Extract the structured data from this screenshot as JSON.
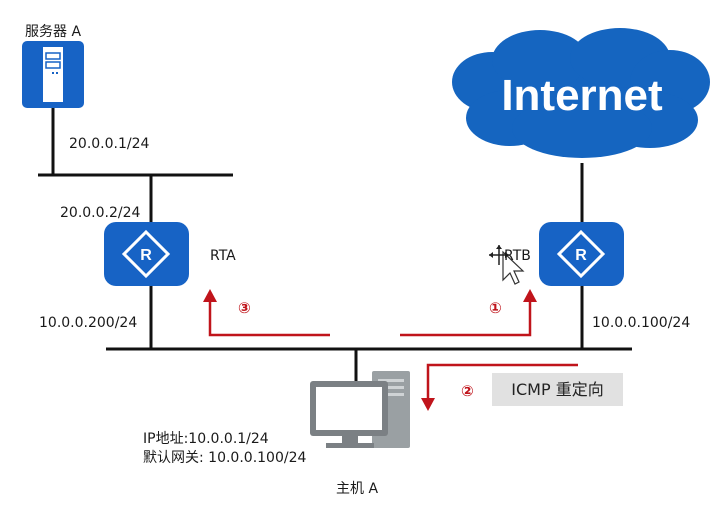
{
  "server": {
    "label": "服务器 A",
    "ip": "20.0.0.1/24"
  },
  "internet": {
    "label": "Internet"
  },
  "rta": {
    "label": "RTA",
    "ip_top": "20.0.0.2/24",
    "ip_bottom": "10.0.0.200/24"
  },
  "rtb": {
    "label": "RTB",
    "ip_bottom": "10.0.0.100/24"
  },
  "host": {
    "label": "主机 A",
    "ip_line": "IP地址:10.0.0.1/24",
    "gateway_line": "默认网关: 10.0.0.100/24"
  },
  "flow": {
    "step1": "①",
    "step2": "②",
    "step3": "③",
    "icmp_label": "ICMP 重定向"
  },
  "colors": {
    "device_blue": "#1763c5",
    "cloud_blue": "#1565c0",
    "arrow_red": "#c0141b",
    "link_black": "#111111",
    "icmp_box_bg": "#e1e1e1"
  }
}
